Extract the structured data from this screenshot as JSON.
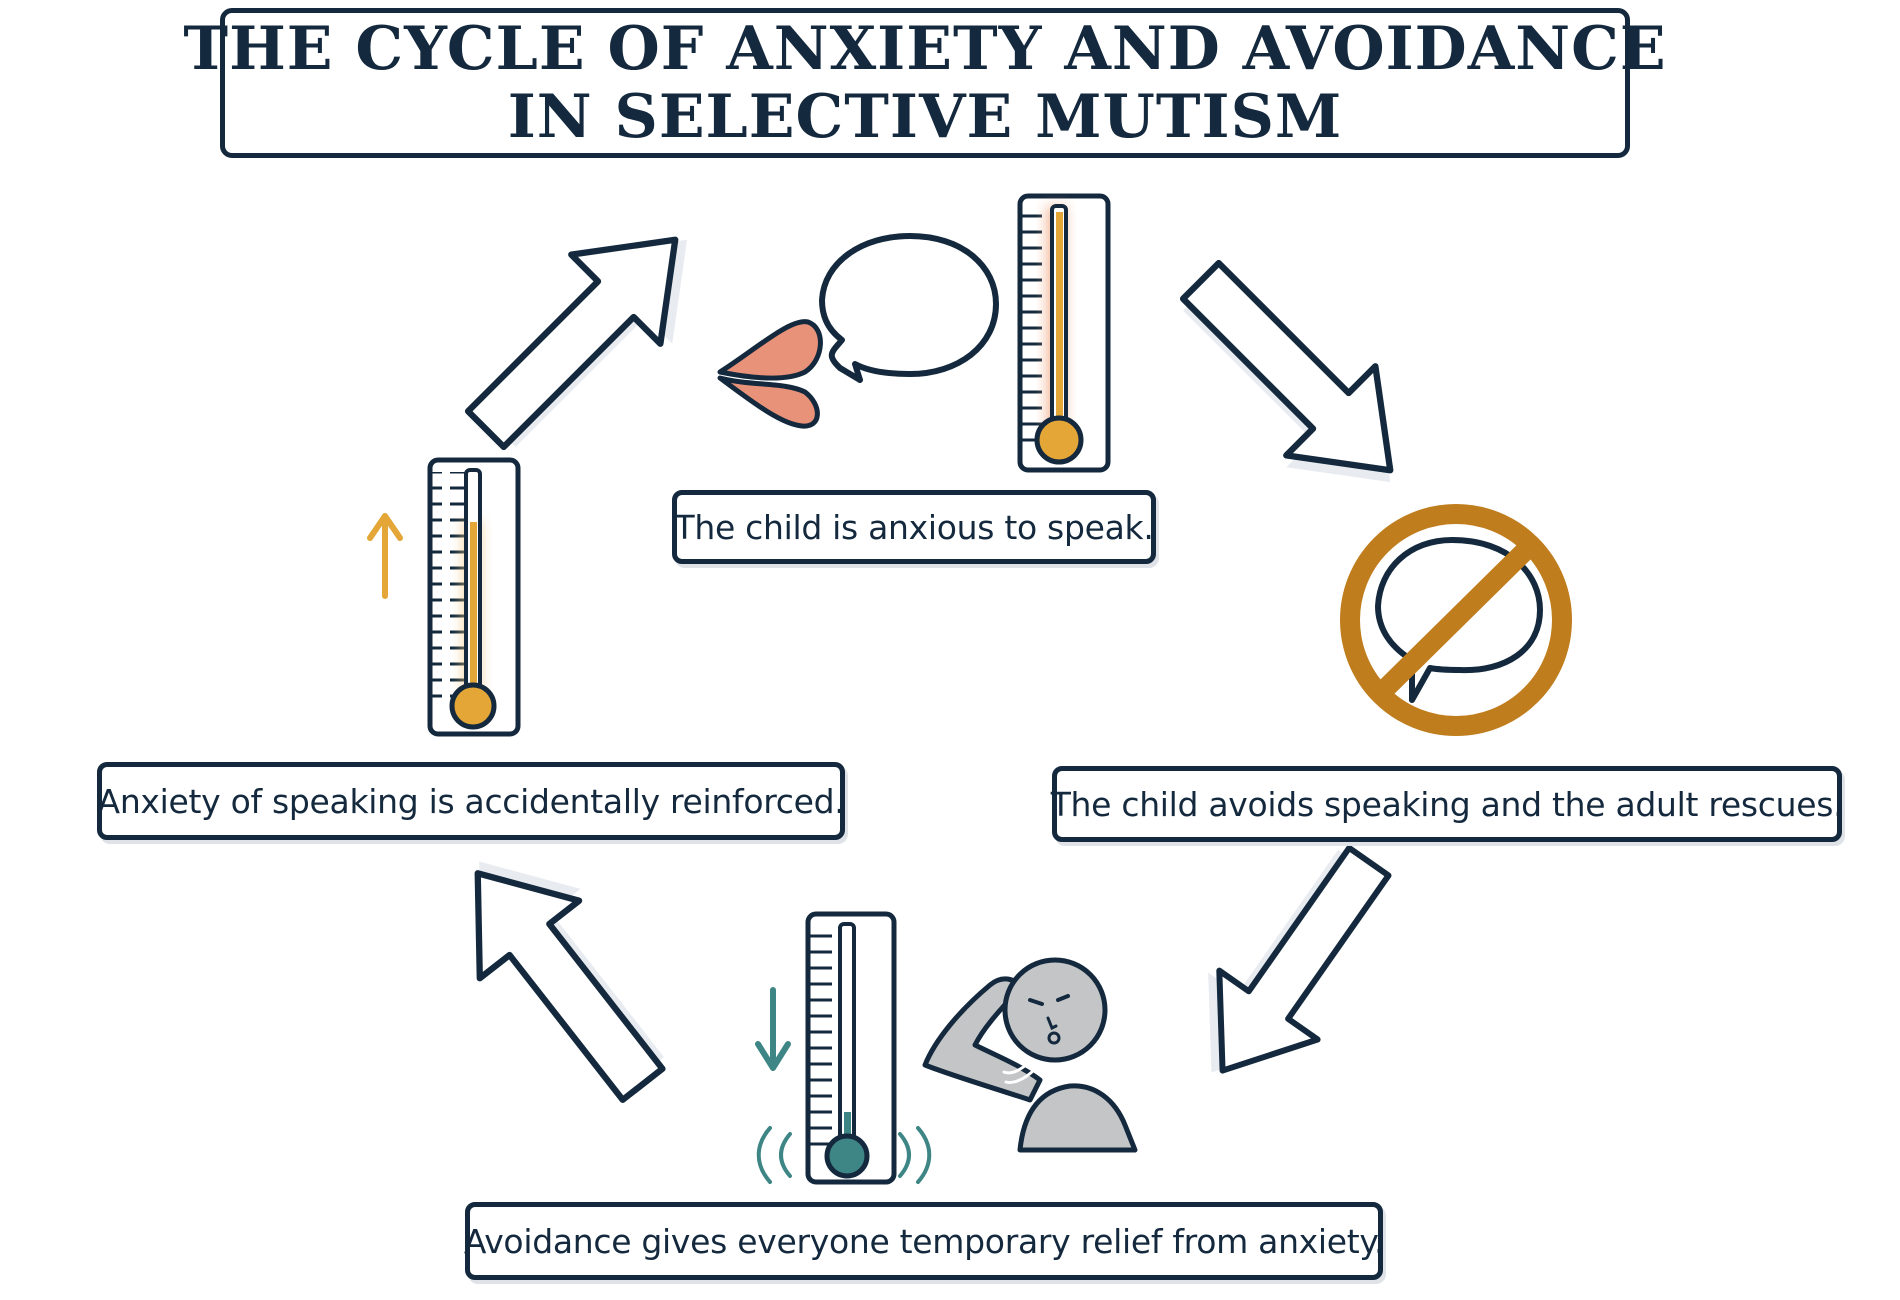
{
  "title": {
    "line1": "THE CYCLE OF ANXIETY AND AVOIDANCE",
    "line2": "IN SELECTIVE MUTISM"
  },
  "steps": [
    {
      "id": "anxious",
      "label": "The child is anxious to speak."
    },
    {
      "id": "avoids",
      "label": "The child avoids speaking and the adult rescues."
    },
    {
      "id": "relief",
      "label": "Avoidance gives everyone temporary relief from anxiety."
    },
    {
      "id": "reinforced",
      "label": "Anxiety of speaking is accidentally reinforced."
    }
  ],
  "icons": [
    "speech-bubble-icon",
    "lips-icon",
    "thermometer-icon",
    "no-speaking-icon",
    "relieved-person-icon",
    "up-arrow-icon",
    "down-arrow-icon",
    "cycle-arrow-icon"
  ],
  "colors": {
    "outline": "#14293d",
    "high_anxiety": "#e3a637",
    "low_anxiety": "#3e8585",
    "prohibit": "#c07d1e",
    "lips": "#e9927a",
    "person": "#c3c5c7"
  }
}
